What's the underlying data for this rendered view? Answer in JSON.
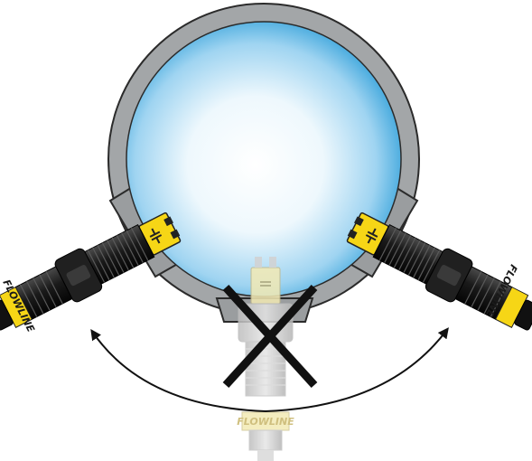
{
  "diagram": {
    "colors": {
      "tank_wall": "#a3a6a8",
      "tank_outline": "#2b2b2b",
      "liquid_center": "#ffffff",
      "liquid_edge": "#3ea6dc",
      "sensor_body": "#161616",
      "sensor_label": "#f6d616",
      "arrow": "#111111",
      "ghost_sensor": "#cfcfcf",
      "ghost_label": "#f3eab4"
    },
    "sensors": [
      {
        "id": "left",
        "brand": "FLOWLINE",
        "icons": [
          "capacitance-icon"
        ],
        "status": "correct"
      },
      {
        "id": "right",
        "brand": "FLOWLINE",
        "icons": [
          "capacitance-icon"
        ],
        "status": "correct"
      },
      {
        "id": "bottom",
        "brand": "FLOWLINE",
        "icons": [
          "capacitance-icon"
        ],
        "status": "incorrect"
      }
    ]
  }
}
